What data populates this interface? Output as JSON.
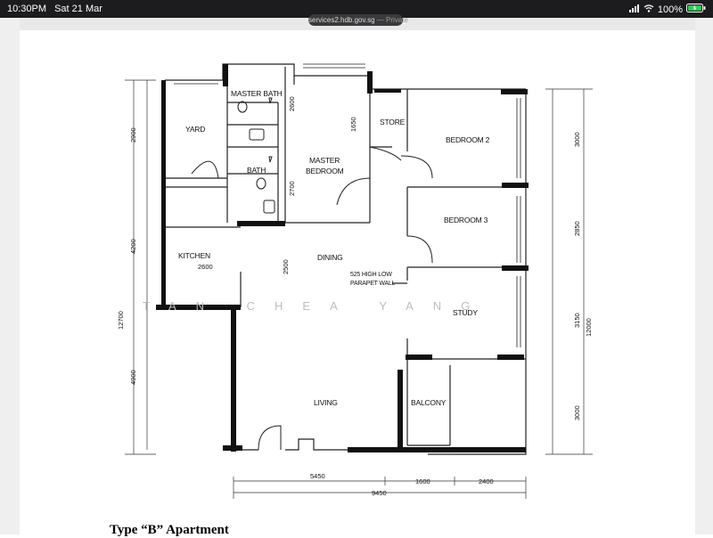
{
  "status_bar": {
    "time": "10:30PM",
    "date": "Sat 21 Mar",
    "battery": "100%"
  },
  "url_bar": {
    "domain": "services2.hdb.gov.sg",
    "mode": "— Private"
  },
  "plan": {
    "rooms": {
      "master_bath": "MASTER BATH",
      "yard": "YARD",
      "store": "STORE",
      "bedroom2": "BEDROOM 2",
      "master_bedroom_line1": "MASTER",
      "master_bedroom_line2": "BEDROOM",
      "bath": "BATH",
      "bedroom3": "BEDROOM 3",
      "kitchen": "KITCHEN",
      "dining": "DINING",
      "parapet_line1": "525 HIGH LOW",
      "parapet_line2": "PARAPET WALL",
      "study": "STUDY",
      "living": "LIVING",
      "balcony": "BALCONY"
    },
    "dimensions": {
      "d2900": "2900",
      "d2600_v": "2600",
      "d1650": "1650",
      "d2700": "2700",
      "d4200": "4200",
      "d2600_h": "2600",
      "d2500": "2500",
      "d12700": "12700",
      "d4900": "4900",
      "d3000_top": "3000",
      "d2850": "2850",
      "d3150": "3150",
      "d12000": "12000",
      "d3000_bottom": "3000",
      "d5450": "5450",
      "d1600": "1600",
      "d2400": "2400",
      "d9450": "9450"
    },
    "watermark": "TAN CHEA YANG"
  },
  "caption": "Type “B” Apartment",
  "colors": {
    "wall": "#111111",
    "line": "#222222",
    "watermark": "#bdbdbd",
    "status_bg": "#1c1c1e",
    "battery_bolt": "#34c759"
  }
}
